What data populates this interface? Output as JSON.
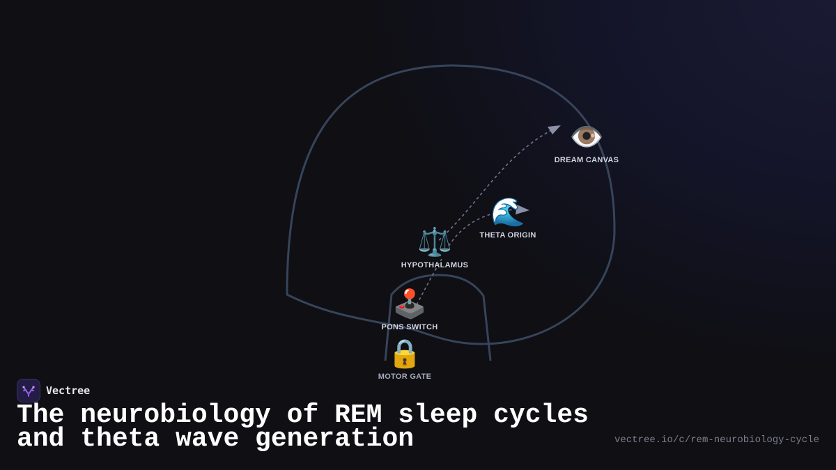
{
  "brand": {
    "name": "Vectree",
    "logo_icon": "neural-branch-icon",
    "accent": "#a56bff"
  },
  "title": {
    "line1": "The neurobiology of REM sleep cycles",
    "line2": "and theta wave generation"
  },
  "url": "vectree.io/c/rem-neurobiology-cycle",
  "nodes": {
    "dream_canvas": {
      "icon": "eye-icon",
      "glyph": "👁️",
      "label": "DREAM CANVAS"
    },
    "theta_origin": {
      "icon": "wave-icon",
      "glyph": "🌊",
      "label": "THETA ORIGIN"
    },
    "hypothalamus": {
      "icon": "balance-scale-icon",
      "glyph": "⚖️",
      "label": "HYPOTHALAMUS"
    },
    "pons_switch": {
      "icon": "joystick-icon",
      "glyph": "🕹️",
      "label": "PONS SWITCH"
    },
    "motor_gate": {
      "icon": "lock-icon",
      "glyph": "🔒",
      "label": "MOTOR GATE"
    }
  },
  "colors": {
    "background": "#0f0f14",
    "outline": "#37445a",
    "connector": "#6e7590",
    "arrow": "#8a90a6",
    "label": "#d2d5e0"
  }
}
